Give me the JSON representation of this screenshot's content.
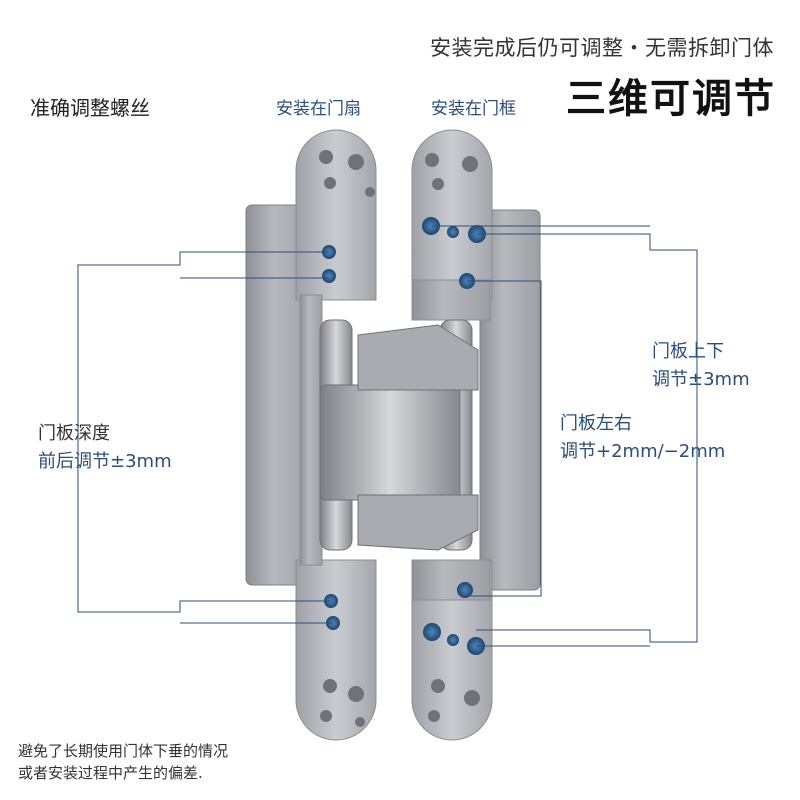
{
  "header": {
    "slogan": "安装完成后仍可调整・无需拆卸门体",
    "headline": "三维可调节"
  },
  "labels": {
    "precise": "准确调整螺丝",
    "door_leaf": "安装在门扇",
    "door_frame": "安装在门框"
  },
  "annotations": {
    "depth_title": "门板深度",
    "depth_value": "前后调节±3mm",
    "vertical_title": "门板上下",
    "vertical_value": "调节±3mm",
    "lateral_title": "门板左右",
    "lateral_value": "调节+2mm/−2mm"
  },
  "footer": {
    "line1": "避免了长期使用门体下垂的情况",
    "line2": "或者安装过程中产生的偏差."
  },
  "colors": {
    "metal": "#b9bcc0",
    "metal_dark": "#8e9196",
    "screw_blue": "#2c5d8f",
    "line": "#2a4e7a"
  }
}
